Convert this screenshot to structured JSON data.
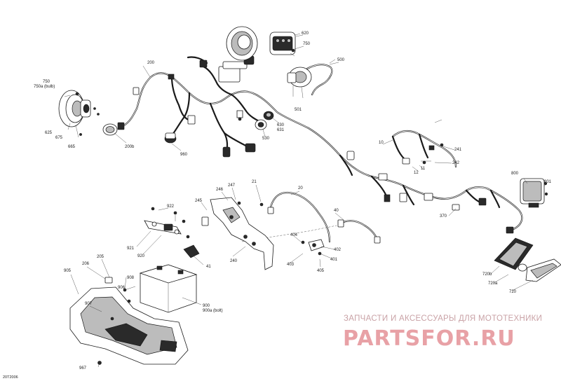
{
  "diagram_code": "20T2006",
  "watermark": {
    "tagline": "ЗАПЧАСТИ И АКСЕССУАРЫ ДЛЯ МОТОТЕХНИКИ",
    "logo_text": "PARTSFOR.RU"
  },
  "labels": {
    "l750a": "750",
    "l750b": "750a (bulb)",
    "l625": "625",
    "l675": "675",
    "l665": "665",
    "l200b": "200b",
    "l200": "200",
    "l960": "960",
    "l630": "630",
    "l631": "631",
    "l530": "530",
    "l620": "620",
    "l750": "750",
    "l500": "500",
    "l501": "501",
    "l10": "10",
    "l241": "241",
    "l242": "242",
    "l11": "11",
    "l12": "12",
    "l800": "800",
    "l801": "801",
    "l370": "370",
    "l21": "21",
    "l20": "20",
    "l40": "40",
    "l247": "247",
    "l246": "246",
    "l245": "245",
    "l922": "922",
    "l921": "921",
    "l920": "920",
    "l41": "41",
    "l240": "240",
    "l404": "404",
    "l402": "402",
    "l401": "401",
    "l403": "403",
    "l405": "405",
    "l720b": "720b",
    "l720a": "720a",
    "l720": "720",
    "l905": "905",
    "l206": "206",
    "l205": "205",
    "l908": "908",
    "l906": "906",
    "l907": "907",
    "l900": "900",
    "l900a": "900a (bolt)",
    "l967": "967"
  }
}
